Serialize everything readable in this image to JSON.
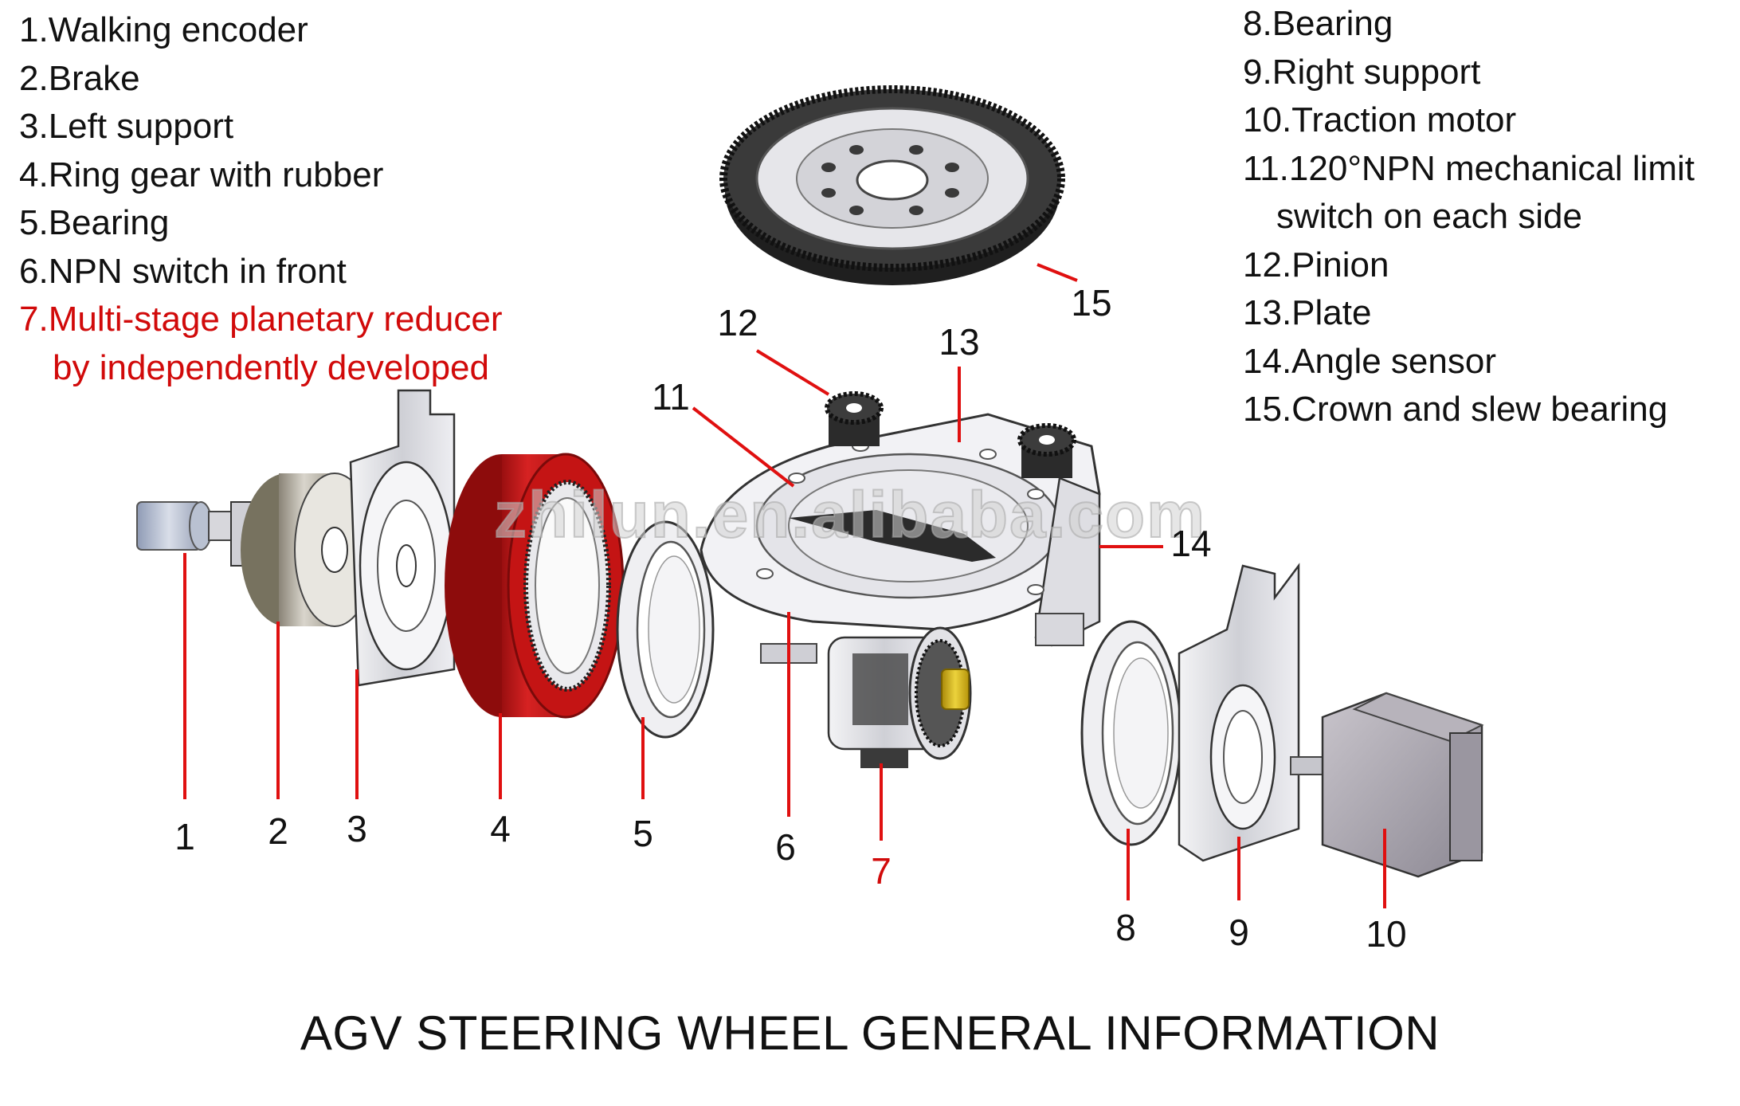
{
  "legend_left": [
    "1.Walking encoder",
    "2.Brake",
    "3.Left support",
    "4.Ring gear with rubber",
    "5.Bearing",
    "6.NPN switch in front",
    "7.Multi-stage planetary reducer",
    "by independently developed"
  ],
  "legend_right": [
    "8.Bearing",
    "9.Right support",
    "10.Traction motor",
    "11.120°NPN mechanical limit",
    "switch on each side",
    "12.Pinion",
    "13.Plate",
    "14.Angle sensor",
    "15.Crown and slew bearing"
  ],
  "callouts": [
    "1",
    "2",
    "3",
    "4",
    "5",
    "6",
    "7",
    "8",
    "9",
    "10",
    "11",
    "12",
    "13",
    "14",
    "15"
  ],
  "title": "AGV STEERING WHEEL GENERAL INFORMATION",
  "watermark": "zhilun.en.alibaba.com",
  "colors": {
    "highlight": "#d10a0a",
    "rubber": "#c41414",
    "leader": "#e01010",
    "metal": "#d8d8dc",
    "gear_dark": "#2b2b2b"
  }
}
